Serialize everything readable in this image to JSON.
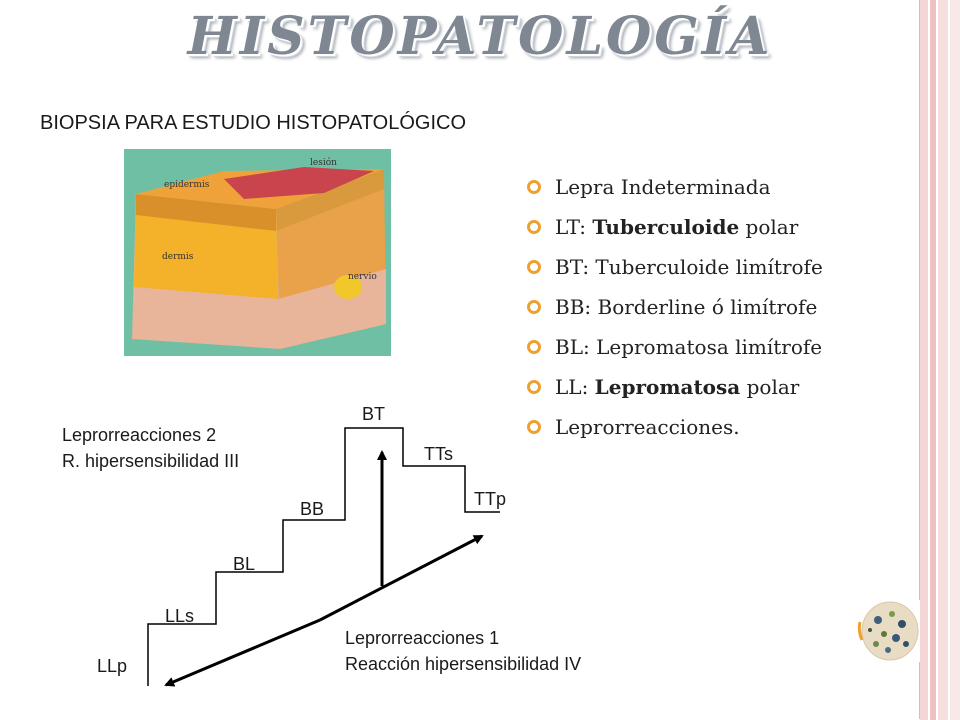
{
  "title": "HISTOPATOLOGÍA",
  "subtitle": "BIOPSIA PARA ESTUDIO HISTOPATOLÓGICO",
  "illustration": {
    "labels": {
      "lesion": "lesión",
      "epidermis": "epidermis",
      "dermis": "dermis",
      "nervio": "nervio"
    }
  },
  "bullets": [
    {
      "prefix": "Lepra Indeterminada",
      "bold": "",
      "suffix": ""
    },
    {
      "prefix": "LT: ",
      "bold": "Tuberculoide",
      "suffix": " polar"
    },
    {
      "prefix": "BT: Tuberculoide limítrofe",
      "bold": "",
      "suffix": ""
    },
    {
      "prefix": "BB: Borderline ó limítrofe",
      "bold": "",
      "suffix": ""
    },
    {
      "prefix": "BL: Lepromatosa limítrofe",
      "bold": "",
      "suffix": ""
    },
    {
      "prefix": "LL: ",
      "bold": "Lepromatosa",
      "suffix": " polar"
    },
    {
      "prefix": "Leprorreacciones.",
      "bold": "",
      "suffix": ""
    }
  ],
  "diagram": {
    "steps": [
      "LLp",
      "LLs",
      "BL",
      "BB",
      "BT",
      "TTs",
      "TTp"
    ],
    "reactions2": {
      "line1": "Leprorreacciones 2",
      "line2": "R. hipersensibilidad III"
    },
    "reactions1": {
      "line1": "Leprorreacciones 1",
      "line2": "Reacción hipersensibilidad IV"
    }
  },
  "colors": {
    "accent_bullet": "#f0a030",
    "frame_pink": "#e8b4b4",
    "title_gray": "#7f8792"
  }
}
